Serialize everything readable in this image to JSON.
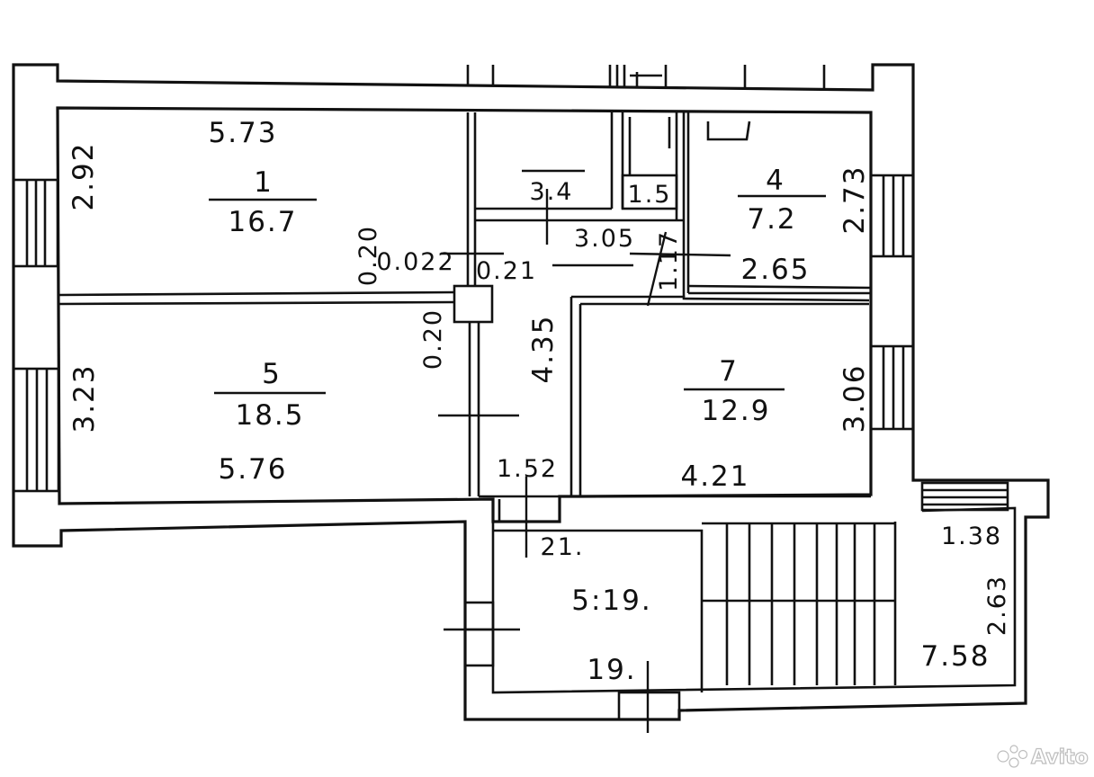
{
  "rooms": [
    {
      "number": "1",
      "area": "16.7"
    },
    {
      "number": "4",
      "area": "7.2"
    },
    {
      "number": "5",
      "area": "18.5"
    },
    {
      "number": "7",
      "area": "12.9"
    }
  ],
  "dimensions": {
    "d_573": "5.73",
    "d_292": "2.92",
    "d_34": "3.4",
    "d_15": "1.5",
    "d_305": "3.05",
    "d_273": "2.73",
    "d_265": "2.65",
    "d_117": "1.17",
    "d_020a": "0.20",
    "d_0022": "0.022",
    "d_021": "0.21",
    "d_020b": "0.20",
    "d_435": "4.35",
    "d_323": "3.23",
    "d_576": "5.76",
    "d_152": "1.52",
    "d_421": "4.21",
    "d_306": "3.06",
    "d_21": "21.",
    "d_519": "5:19.",
    "d_19": "19.",
    "d_138": "1.38",
    "d_263": "2.63",
    "d_758": "7.58"
  },
  "watermark": "Avito"
}
